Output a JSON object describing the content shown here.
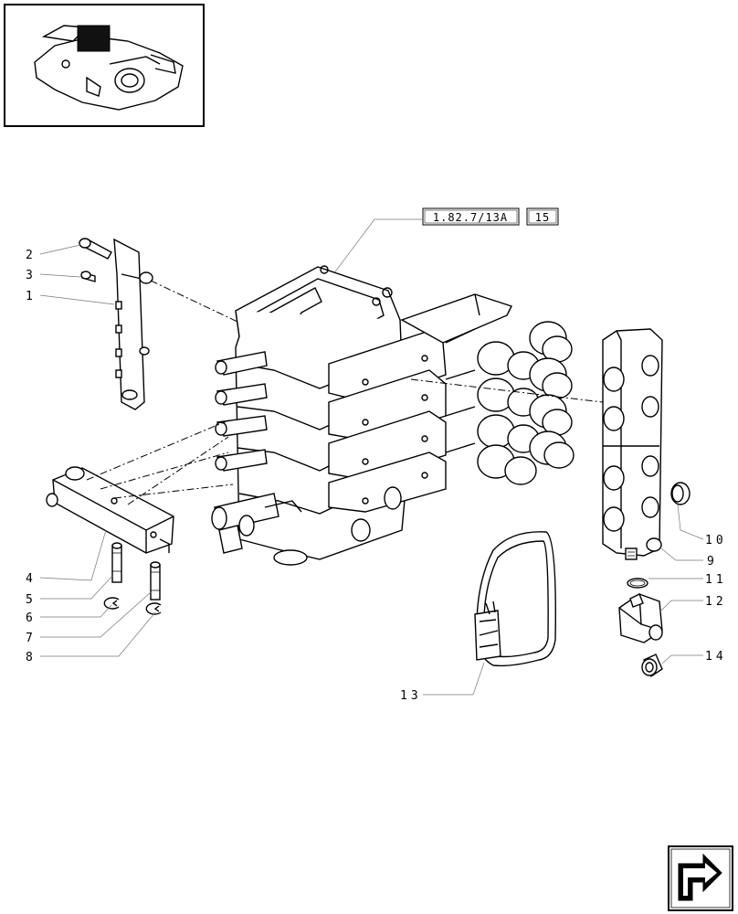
{
  "reference": {
    "code": "1.82.7/13A",
    "page": "15"
  },
  "callouts": [
    "1",
    "2",
    "3",
    "4",
    "5",
    "6",
    "7",
    "8",
    "9",
    "10",
    "11",
    "12",
    "13",
    "14"
  ],
  "nav": {
    "icon": "next-page-arrow-icon"
  },
  "thumbnail": {
    "icon": "assembly-thumbnail"
  }
}
